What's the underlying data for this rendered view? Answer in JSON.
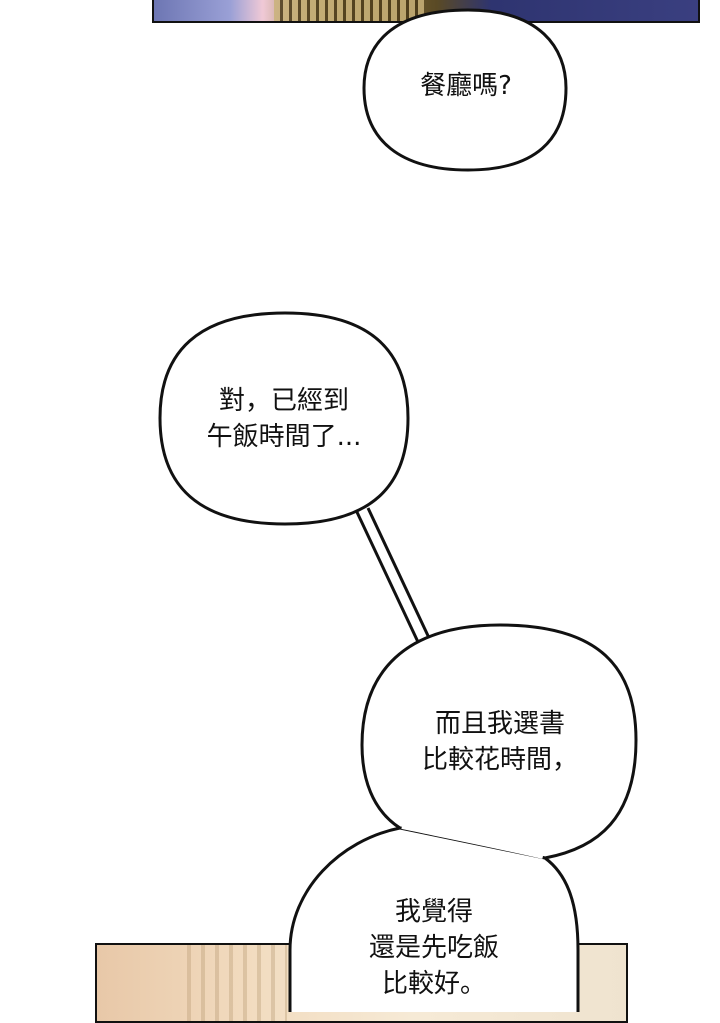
{
  "bubbles": [
    {
      "lines": [
        "餐廳嗎?"
      ]
    },
    {
      "lines": [
        "對，已經到",
        "午飯時間了..."
      ]
    },
    {
      "lines": [
        "而且我選書",
        "比較花時間，"
      ]
    },
    {
      "lines": [
        "我覺得",
        "還是先吃飯",
        "比較好。"
      ]
    }
  ],
  "colors": {
    "ink": "#111111",
    "bubble_fill": "#ffffff",
    "page_bg": "#ffffff"
  }
}
